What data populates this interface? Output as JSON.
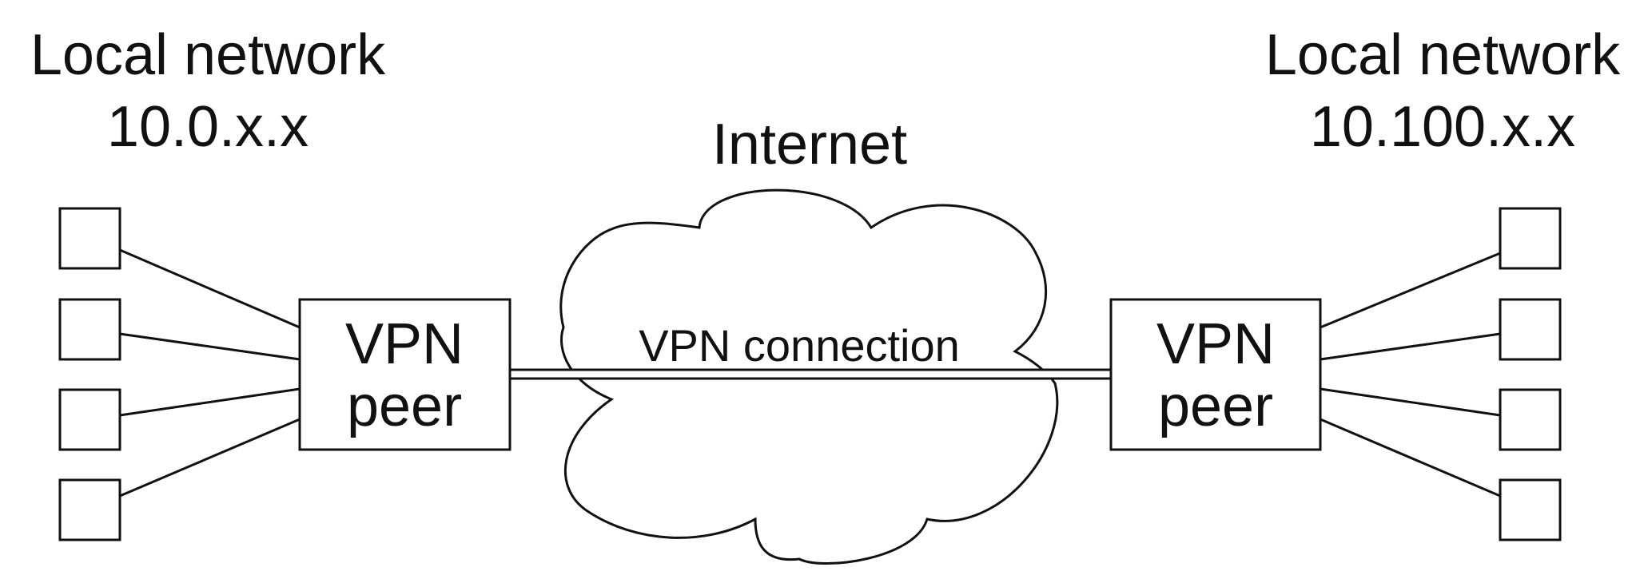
{
  "left_network": {
    "title": "Local network",
    "subnet": "10.0.x.x"
  },
  "right_network": {
    "title": "Local network",
    "subnet": "10.100.x.x"
  },
  "cloud": {
    "label": "Internet"
  },
  "tunnel": {
    "label": "VPN connection"
  },
  "left_peer": {
    "line1": "VPN",
    "line2": "peer"
  },
  "right_peer": {
    "line1": "VPN",
    "line2": "peer"
  },
  "colors": {
    "stroke": "#111111",
    "background": "#ffffff"
  }
}
